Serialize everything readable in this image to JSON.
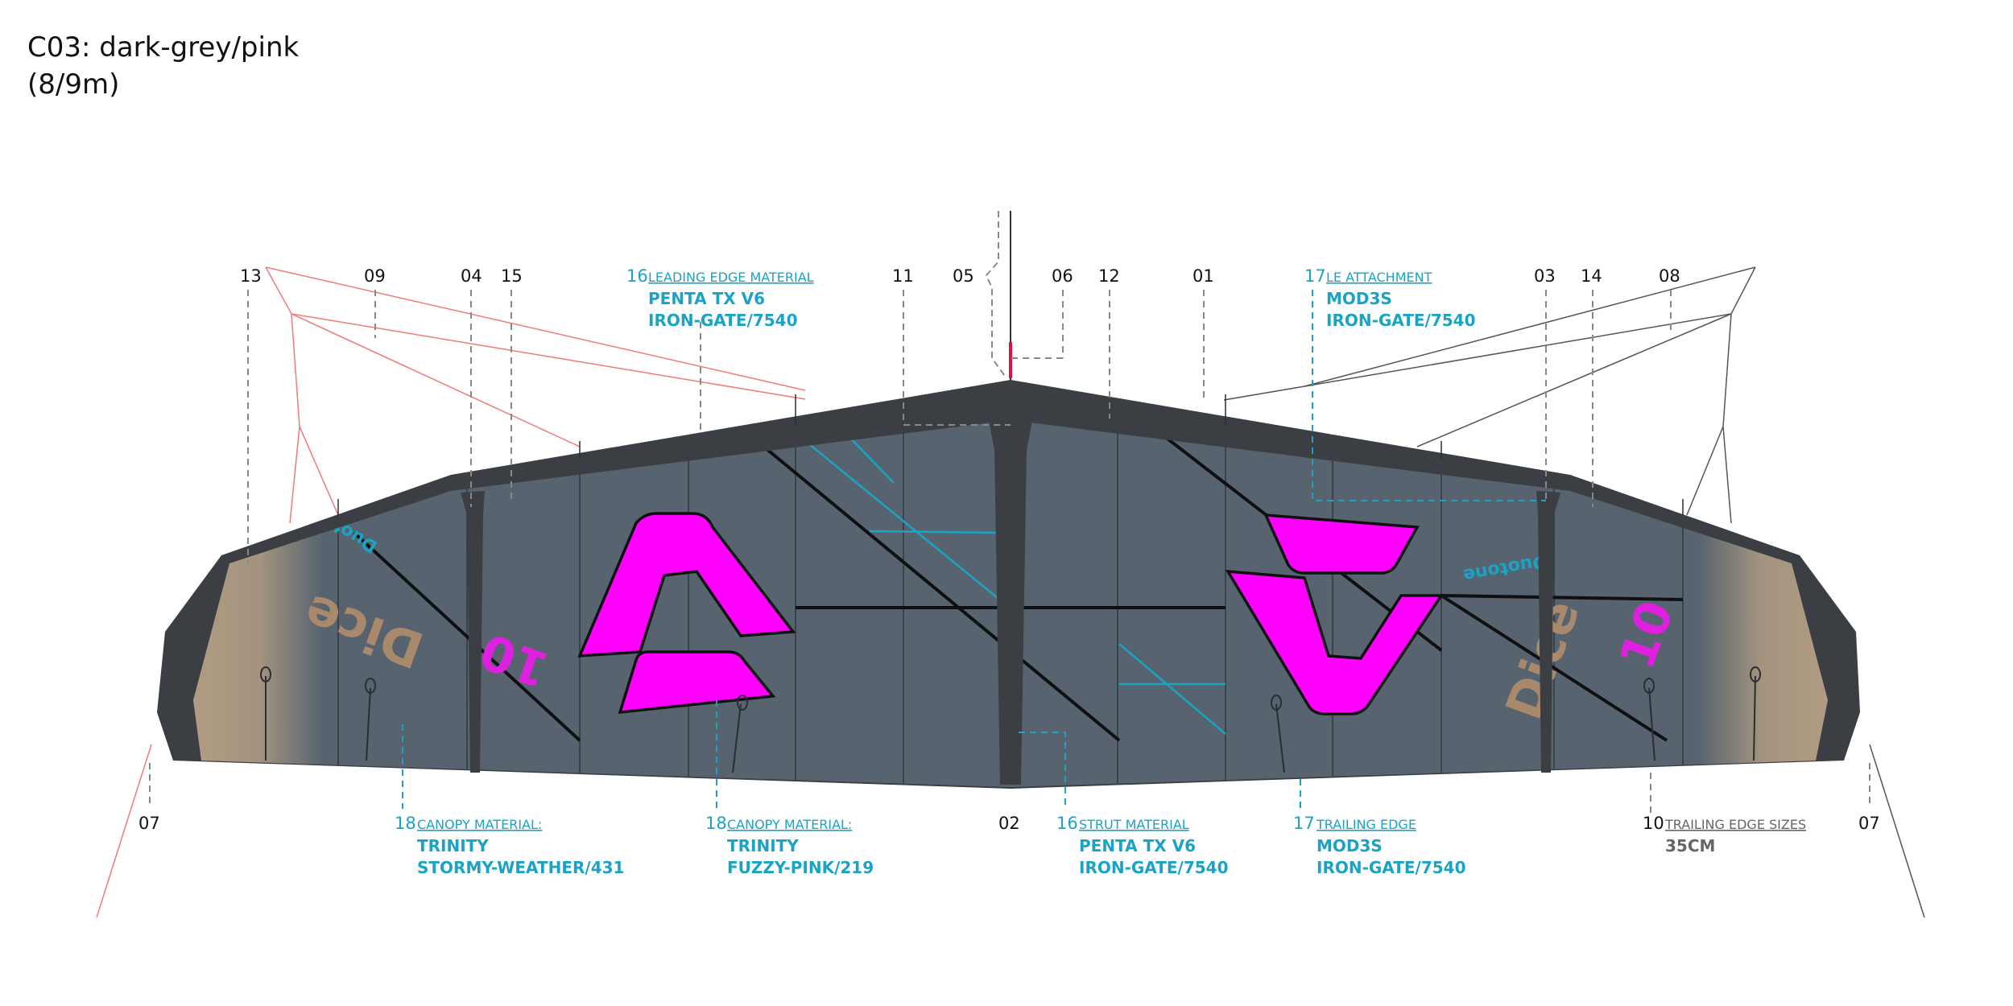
{
  "title": {
    "line1": "C03: dark-grey/pink",
    "line2": "(8/9m)"
  },
  "colors": {
    "accent_cyan": "#1aa3c4",
    "pink": "#ff00ff",
    "canopy": "#57646f",
    "leading_edge": "#3b3e43",
    "dice_tan": "#a8896c",
    "red_line": "#f07a7a"
  },
  "top_numbers": [
    "13",
    "09",
    "04",
    "15",
    "11",
    "05",
    "06",
    "12",
    "01",
    "03",
    "14",
    "08"
  ],
  "bottom_numbers": [
    "07",
    "02",
    "07"
  ],
  "callouts": {
    "leading_edge": {
      "num": "16",
      "label": "LEADING EDGE MATERIAL",
      "line1": "PENTA TX V6",
      "line2": "IRON-GATE/7540"
    },
    "le_attachment": {
      "num": "17",
      "label": "LE ATTACHMENT",
      "line1": "MOD3S",
      "line2": "IRON-GATE/7540"
    },
    "canopy_1": {
      "num": "18",
      "label": "CANOPY MATERIAL:",
      "line1": "TRINITY",
      "line2": "STORMY-WEATHER/431"
    },
    "canopy_2": {
      "num": "18",
      "label": "CANOPY MATERIAL:",
      "line1": "TRINITY",
      "line2": "FUZZY-PINK/219"
    },
    "strut": {
      "num": "16",
      "label": "STRUT MATERIAL",
      "line1": "PENTA TX V6",
      "line2": "IRON-GATE/7540"
    },
    "trailing_edge": {
      "num": "17",
      "label": "TRAILING EDGE",
      "line1": "MOD3S",
      "line2": "IRON-GATE/7540"
    },
    "trailing_edge_sizes": {
      "num": "10",
      "label": "TRAILING EDGE SIZES",
      "line1": "35CM"
    }
  },
  "kite_texts": {
    "brand": "Dice",
    "sub_brand": "Duotone",
    "size": "10"
  }
}
